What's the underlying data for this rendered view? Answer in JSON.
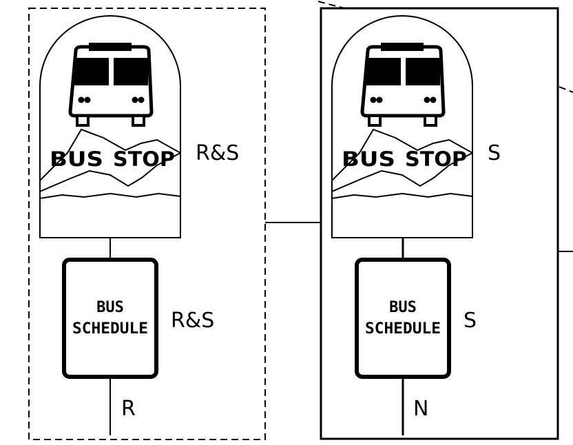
{
  "diagram": {
    "left_panel": {
      "border": "dashed",
      "stop_sign_text": "BUS STOP",
      "stop_sign_word1": "BUS",
      "stop_sign_word2": "STOP",
      "stop_sign_label": "R&S",
      "schedule_line1": "BUS",
      "schedule_line2": "SCHEDULE",
      "schedule_label": "R&S",
      "post_label": "R"
    },
    "right_panel": {
      "border": "solid",
      "stop_sign_text": "BUS STOP",
      "stop_sign_word1": "BUS",
      "stop_sign_word2": "STOP",
      "stop_sign_label": "S",
      "schedule_line1": "BUS",
      "schedule_line2": "SCHEDULE",
      "schedule_label": "S",
      "post_label": "N"
    },
    "icons": [
      "bus-icon",
      "mountains-icon"
    ]
  }
}
